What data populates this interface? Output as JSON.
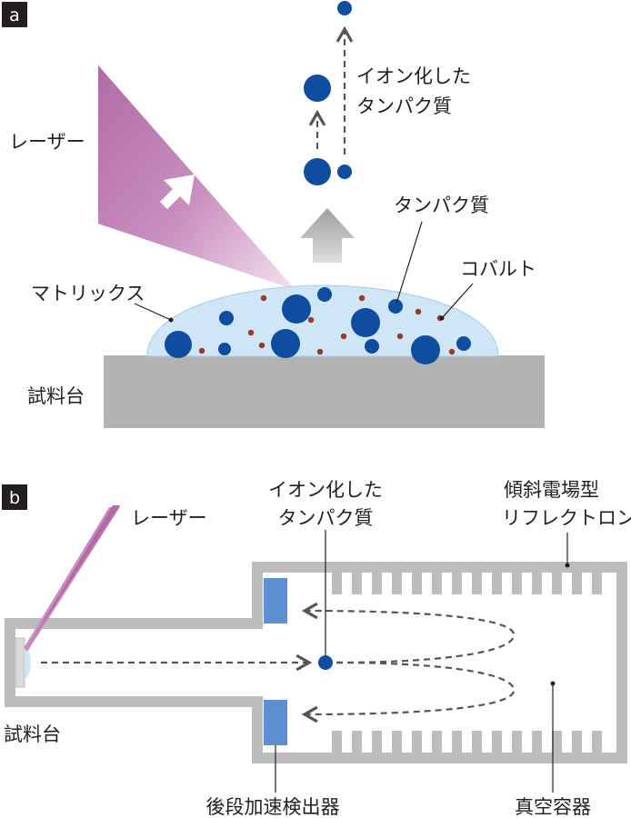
{
  "panel_a": {
    "badge": "a",
    "laser_label": "レーザー",
    "ionized_label_line1": "イオン化した",
    "ionized_label_line2": "タンパク質",
    "protein_label": "タンパク質",
    "cobalt_label": "コバルト",
    "matrix_label": "マトリックス",
    "stage_label": "試料台"
  },
  "panel_b": {
    "badge": "b",
    "laser_label": "レーザー",
    "ionized_label_line1": "イオン化した",
    "ionized_label_line2": "タンパク質",
    "reflectron_line1": "傾斜電場型",
    "reflectron_line2": "リフレクトロン",
    "stage_label": "試料台",
    "detector_label": "後段加速検出器",
    "vacuum_label": "真空容器"
  },
  "colors": {
    "protein": "#0e4d9f",
    "cobalt": "#9c3b22",
    "matrix": "#cfe6f6",
    "stage": "#b3b3b3",
    "laser": "#b26aa6",
    "detector": "#5b8fd0",
    "wall": "#bdbdbd"
  }
}
